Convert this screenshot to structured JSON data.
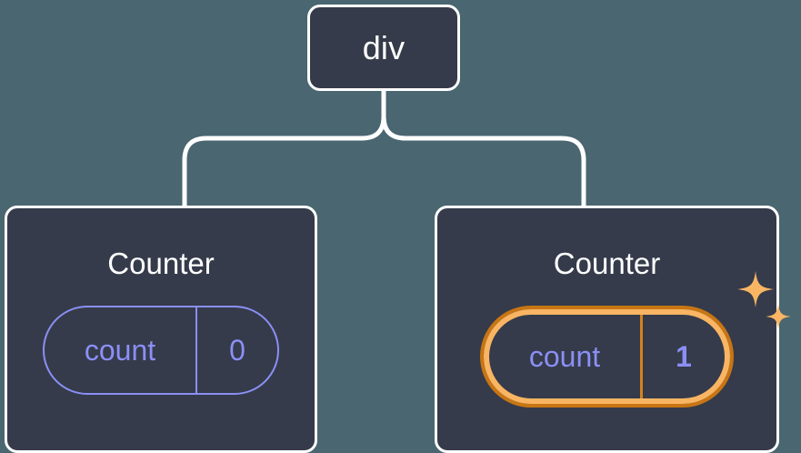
{
  "diagram": {
    "type": "component-tree",
    "background_color": "#4a6670",
    "node_fill_color": "#353b4a",
    "node_border_color": "#ffffff",
    "edge_color": "#ffffff",
    "state_color": "#8b8ff5",
    "highlight_outer_color": "#c87514",
    "highlight_inner_color": "#f9b563",
    "sparkle_color": "#f9b563"
  },
  "root": {
    "label": "div"
  },
  "children": [
    {
      "title": "Counter",
      "state": {
        "key": "count",
        "value": "0"
      },
      "highlighted": "false"
    },
    {
      "title": "Counter",
      "state": {
        "key": "count",
        "value": "1"
      },
      "highlighted": "true",
      "sparkle_icons": [
        "sparkle-large",
        "sparkle-small"
      ]
    }
  ],
  "edges": [
    {
      "from": "div",
      "to": "Counter-left"
    },
    {
      "from": "div",
      "to": "Counter-right"
    }
  ]
}
